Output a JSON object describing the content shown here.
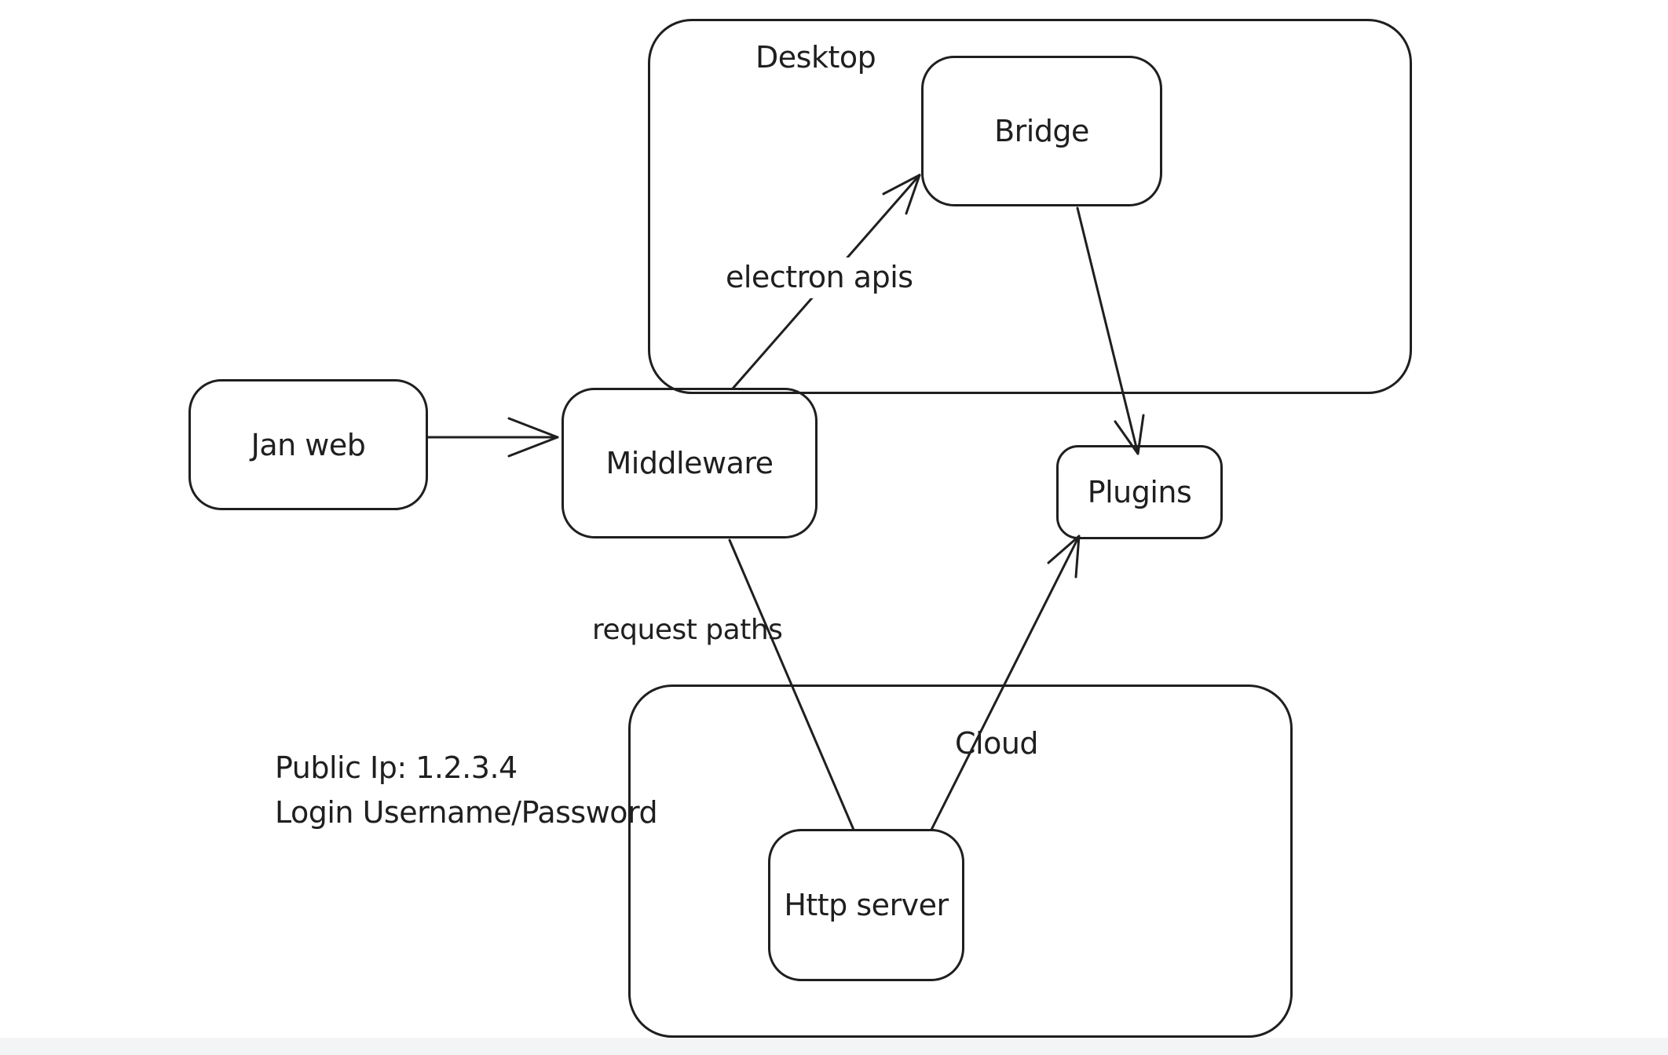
{
  "colors": {
    "stroke": "#1f1f1f",
    "background": "#ffffff",
    "footer_strip": "#f3f4f6"
  },
  "containers": {
    "desktop": {
      "label": "Desktop"
    },
    "cloud": {
      "label": "Cloud"
    }
  },
  "nodes": {
    "jan_web": {
      "label": "Jan web"
    },
    "middleware": {
      "label": "Middleware"
    },
    "bridge": {
      "label": "Bridge"
    },
    "plugins": {
      "label": "Plugins"
    },
    "http_server": {
      "label": "Http server"
    }
  },
  "edge_labels": {
    "electron_apis": {
      "label": "electron apis"
    },
    "request_paths": {
      "label": "request paths"
    }
  },
  "notes": {
    "line1": "Public Ip: 1.2.3.4",
    "line2": "Login Username/Password"
  }
}
